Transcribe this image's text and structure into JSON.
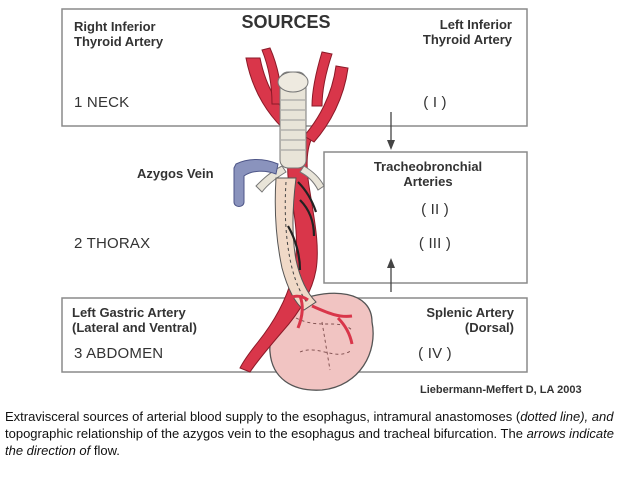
{
  "title": "SOURCES",
  "sources": {
    "right_inferior_thyroid": "Right Inferior\nThyroid Artery",
    "left_inferior_thyroid": "Left Inferior\nThyroid Artery",
    "azygos_vein": "Azygos Vein",
    "tracheobronchial": "Tracheobronchial\nArteries",
    "left_gastric": "Left Gastric Artery\n(Lateral and Ventral)",
    "splenic": "Splenic Artery\n(Dorsal)"
  },
  "regions": {
    "neck": "1 NECK",
    "thorax": "2 THORAX",
    "abdomen": "3 ABDOMEN"
  },
  "roman": {
    "i": "( I )",
    "ii": "( II )",
    "iii": "( III )",
    "iv": "( IV )"
  },
  "credit": "Liebermann-Meffert D, LA 2003",
  "caption": {
    "part1": "Extravisceral sources of arterial blood supply to the esophagus, intramural anastomoses (",
    "part2": "dotted line), and ",
    "part3": " topographic relationship of the azygos vein to the esophagus and tracheal bifurcation. The ",
    "part4": "arrows indicate the direction of ",
    "part5": "flow."
  },
  "colors": {
    "artery": "#d9364a",
    "artery_dark": "#b52236",
    "stomach": "#f1c4c2",
    "vein": "#8a93bd",
    "trachea": "#e8e4d8",
    "esophagus": "#f0d9c7",
    "frame": "#888888"
  }
}
